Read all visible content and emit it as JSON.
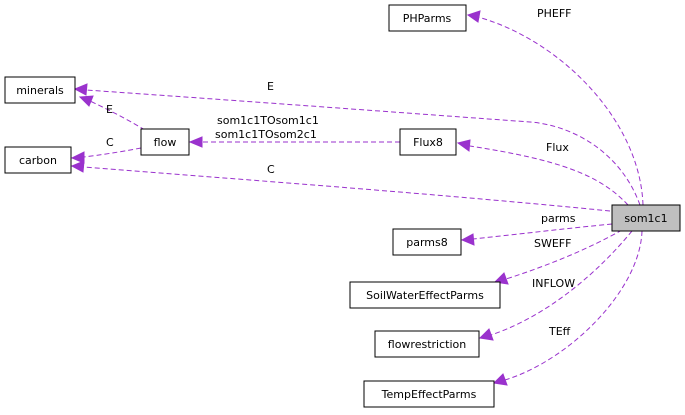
{
  "nodes": {
    "som1c1": "som1c1",
    "PHParms": "PHParms",
    "minerals": "minerals",
    "carbon": "carbon",
    "flow": "flow",
    "Flux8": "Flux8",
    "parms8": "parms8",
    "SoilWaterEffectParms": "SoilWaterEffectParms",
    "flowrestriction": "flowrestriction",
    "TempEffectParms": "TempEffectParms"
  },
  "edges": {
    "pheff": "PHEFF",
    "minerals_E": "E",
    "flow_minerals_E": "E",
    "flow_carbon_C": "C",
    "flux_flow_1": "som1c1TOsom1c1",
    "flux_flow_2": "som1c1TOsom2c1",
    "flux": "Flux",
    "carbon_C": "C",
    "parms": "parms",
    "sweff": "SWEFF",
    "inflow": "INFLOW",
    "teff": "TEff"
  },
  "colors": {
    "edge": "#9a32cd",
    "focus_fill": "#bfbfbf"
  }
}
